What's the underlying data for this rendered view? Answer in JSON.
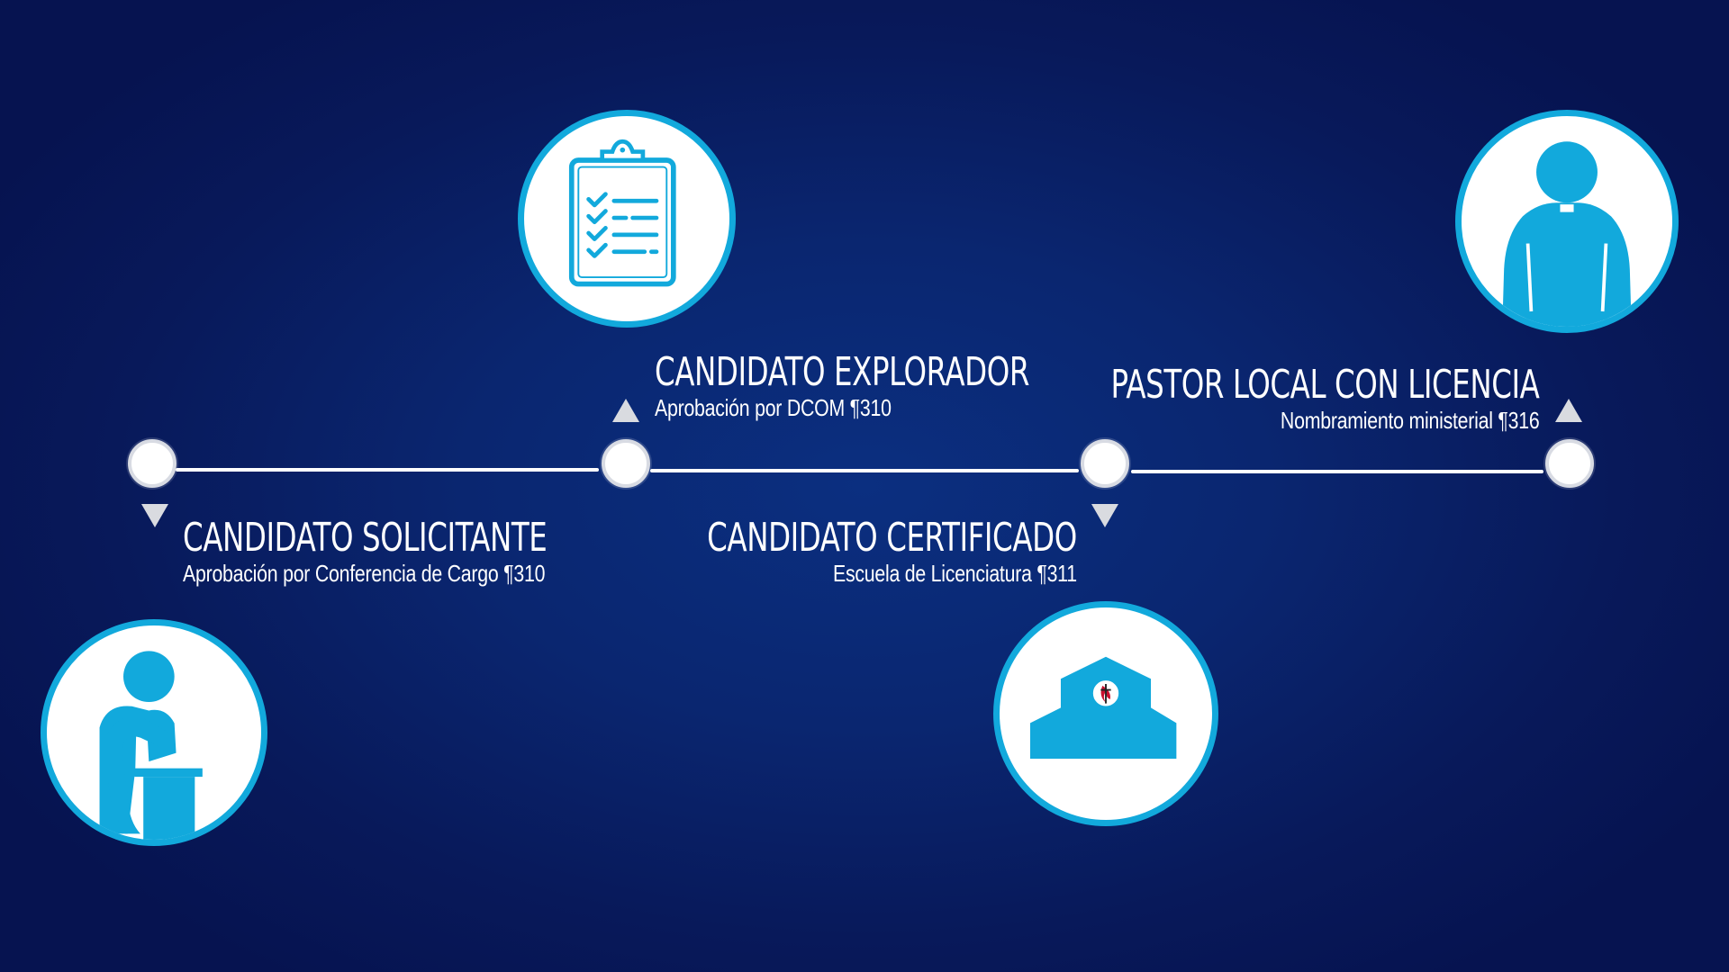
{
  "colors": {
    "background": "#08195a",
    "accent": "#12a9dc",
    "timeline": "#ffffff",
    "arrow": "#d9dbe0",
    "logo_red": "#c8102e"
  },
  "stages": [
    {
      "title": "CANDIDATO SOLICITANTE",
      "subtitle": "Aprobación por Conferencia de Cargo ¶310",
      "icon": "praying-person-icon"
    },
    {
      "title": "CANDIDATO EXPLORADOR",
      "subtitle": "Aprobación por DCOM ¶310",
      "icon": "clipboard-checklist-icon"
    },
    {
      "title": "CANDIDATO CERTIFICADO",
      "subtitle": "Escuela de Licenciatura ¶311",
      "icon": "church-building-icon"
    },
    {
      "title": "PASTOR LOCAL CON LICENCIA",
      "subtitle": "Nombramiento ministerial ¶316",
      "icon": "pastor-icon"
    }
  ]
}
